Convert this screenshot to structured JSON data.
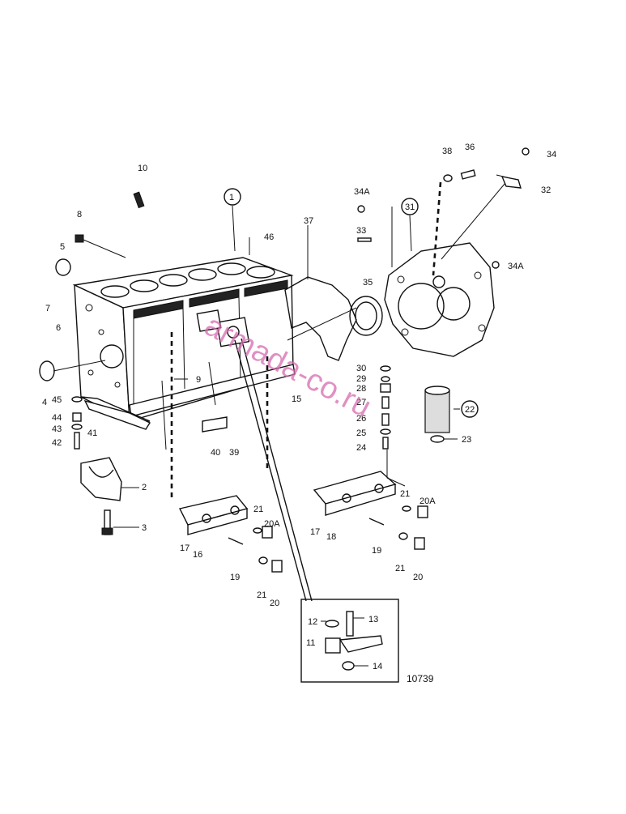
{
  "drawing_number": "10739",
  "watermark": "armada-co.ru",
  "callouts": {
    "c1": "1",
    "c2": "2",
    "c3": "3",
    "c4": "4",
    "c5": "5",
    "c6": "6",
    "c7": "7",
    "c8": "8",
    "c9": "9",
    "c10": "10",
    "c11": "11",
    "c12": "12",
    "c13": "13",
    "c14": "14",
    "c15": "15",
    "c16a": "16",
    "c17a": "17",
    "c17b": "17",
    "c18": "18",
    "c19a": "19",
    "c19b": "19",
    "c20a": "20",
    "c20b": "20",
    "c20Aa": "20A",
    "c20Ab": "20A",
    "c21a": "21",
    "c21b": "21",
    "c21c": "21",
    "c21d": "21",
    "c22": "22",
    "c23": "23",
    "c24": "24",
    "c25": "25",
    "c26": "26",
    "c27": "27",
    "c28": "28",
    "c29": "29",
    "c30": "30",
    "c31": "31",
    "c32": "32",
    "c33": "33",
    "c34": "34",
    "c34Aa": "34A",
    "c34Ab": "34A",
    "c35": "35",
    "c36": "36",
    "c37": "37",
    "c38": "38",
    "c39": "39",
    "c40": "40",
    "c41": "41",
    "c42": "42",
    "c43": "43",
    "c44": "44",
    "c45": "45",
    "c46": "46"
  }
}
